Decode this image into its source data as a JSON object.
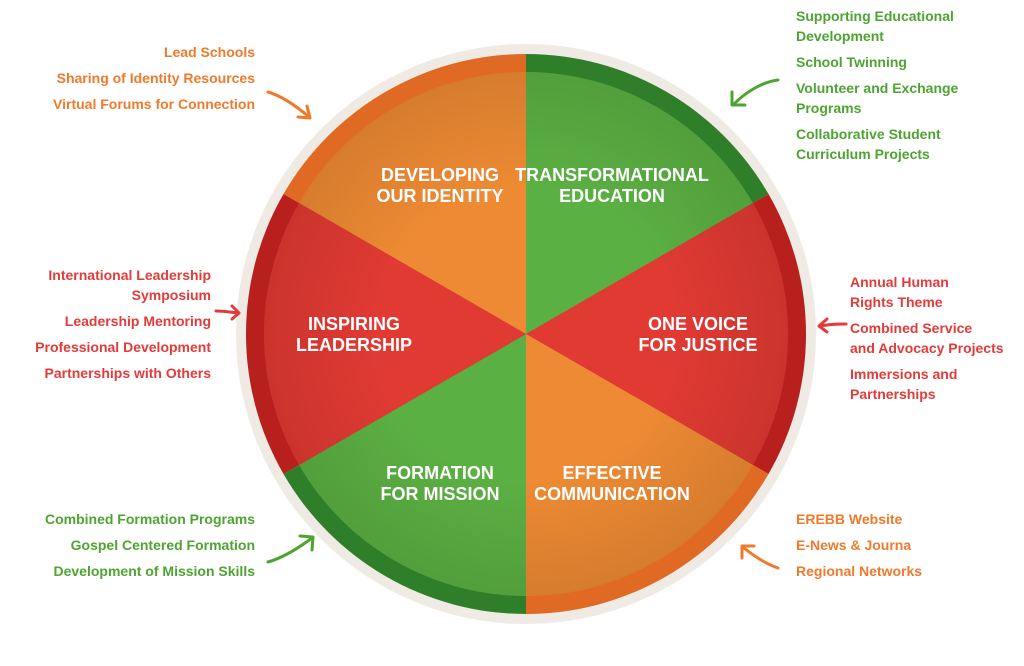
{
  "colors": {
    "orange": "#ee8a33",
    "orange_dark": "#e06a24",
    "green": "#5bb043",
    "green_dark": "#2f7e2a",
    "red": "#e13a33",
    "red_dark": "#b8201e",
    "rim": "#efeae4",
    "orange_text": "#ef7a2c",
    "green_text": "#4ea431",
    "red_text": "#e23b3a"
  },
  "segments": [
    {
      "key": "identity",
      "line1": "DEVELOPING",
      "line2": "OUR IDENTITY",
      "color": "orange",
      "shade": "orange_dark"
    },
    {
      "key": "education",
      "line1": "TRANSFORMATIONAL",
      "line2": "EDUCATION",
      "color": "green",
      "shade": "green_dark"
    },
    {
      "key": "justice",
      "line1": "ONE VOICE",
      "line2": "FOR JUSTICE",
      "color": "red",
      "shade": "red_dark"
    },
    {
      "key": "communication",
      "line1": "EFFECTIVE",
      "line2": "COMMUNICATION",
      "color": "orange",
      "shade": "orange_dark"
    },
    {
      "key": "mission",
      "line1": "FORMATION",
      "line2": "FOR MISSION",
      "color": "green",
      "shade": "green_dark"
    },
    {
      "key": "leadership",
      "line1": "INSPIRING",
      "line2": "LEADERSHIP",
      "color": "red",
      "shade": "red_dark"
    }
  ],
  "lists": {
    "identity": [
      "Lead Schools",
      "Sharing of Identity Resources",
      "Virtual Forums for Connection"
    ],
    "education": [
      "Supporting Educational\nDevelopment",
      "School Twinning",
      "Volunteer and Exchange\nPrograms",
      "Collaborative Student\nCurriculum Projects"
    ],
    "justice": [
      "Annual Human\nRights Theme",
      "Combined Service\nand Advocacy Projects",
      "Immersions and\nPartnerships"
    ],
    "communication": [
      "EREBB Website",
      "E-News & Journa",
      "Regional Networks"
    ],
    "mission": [
      "Combined Formation Programs",
      "Gospel Centered Formation",
      "Development of Mission Skills"
    ],
    "leadership": [
      "International Leadership\nSymposium",
      "Leadership Mentoring",
      "Professional Development",
      "Partnerships with Others"
    ]
  }
}
